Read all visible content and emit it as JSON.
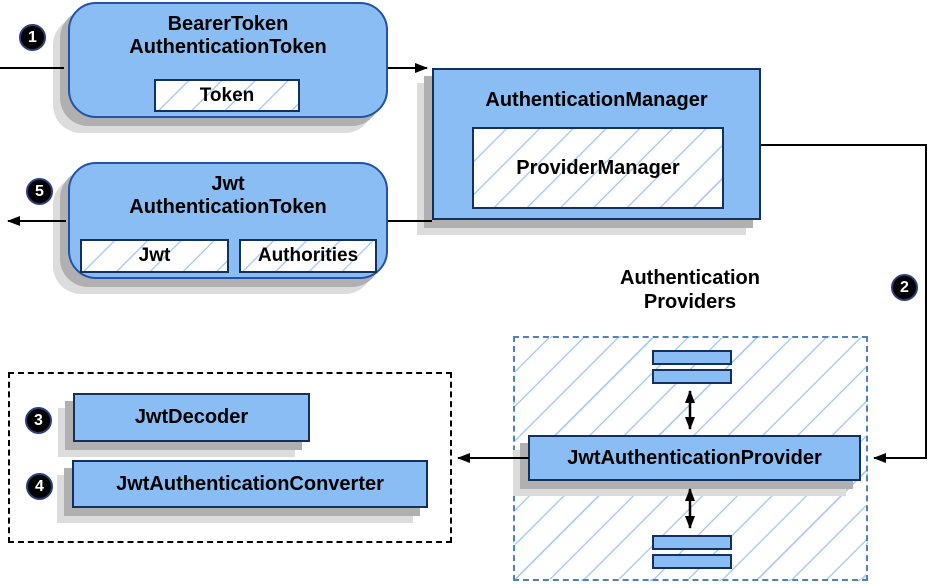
{
  "nodes": {
    "bearer_token": {
      "title_line1": "BearerToken",
      "title_line2": "AuthenticationToken",
      "slot": "Token"
    },
    "authentication_manager": {
      "title": "AuthenticationManager",
      "slot": "ProviderManager"
    },
    "jwt_authentication_token": {
      "title_line1": "Jwt",
      "title_line2": "AuthenticationToken",
      "slot_jwt": "Jwt",
      "slot_authorities": "Authorities"
    },
    "authentication_providers": {
      "label_line1": "Authentication",
      "label_line2": "Providers"
    },
    "jwt_authentication_provider": {
      "title": "JwtAuthenticationProvider"
    },
    "jwt_decoder": {
      "title": "JwtDecoder"
    },
    "jwt_authentication_converter": {
      "title": "JwtAuthenticationConverter"
    }
  },
  "steps": {
    "s1": "1",
    "s2": "2",
    "s3": "3",
    "s4": "4",
    "s5": "5"
  },
  "colors": {
    "node_fill": "#89bdf3",
    "node_border": "#14315e",
    "rounded_border": "#2253a8",
    "hatch_line": "#a9cdf4",
    "dashed_blue_border": "#4f81bd",
    "dashed_black_border": "#000000",
    "shadow_dark": "#b0b0b0",
    "shadow_light": "#dcdcdc",
    "connector": "#000000",
    "badge_background": "#000000",
    "badge_text": "#ffffff"
  }
}
